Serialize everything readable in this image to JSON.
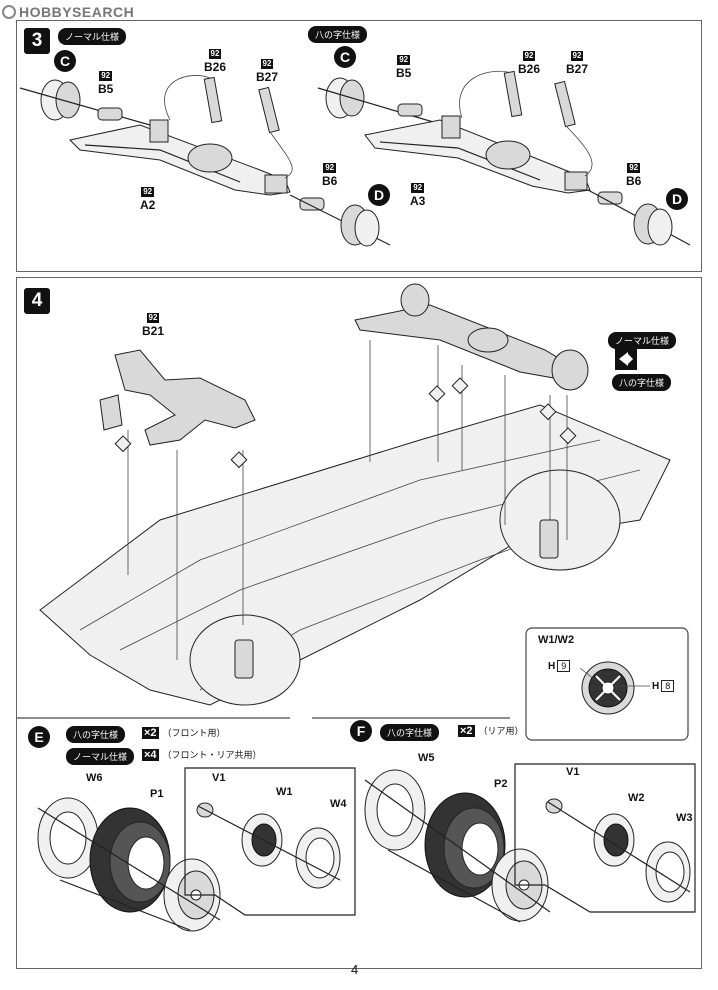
{
  "watermark": "HOBBYSEARCH",
  "page_number": "4",
  "step3": {
    "number": "3",
    "normal": {
      "label": "ノーマル仕様",
      "circle_c": "C",
      "circle_d": "D",
      "parts": [
        {
          "sprue": "92",
          "code": "B5"
        },
        {
          "sprue": "92",
          "code": "B26"
        },
        {
          "sprue": "92",
          "code": "B27"
        },
        {
          "sprue": "92",
          "code": "B6"
        },
        {
          "sprue": "92",
          "code": "A2"
        }
      ]
    },
    "hachi": {
      "label": "八の字仕様",
      "circle_c": "C",
      "circle_d": "D",
      "parts": [
        {
          "sprue": "92",
          "code": "B5"
        },
        {
          "sprue": "92",
          "code": "B26"
        },
        {
          "sprue": "92",
          "code": "B27"
        },
        {
          "sprue": "92",
          "code": "B6"
        },
        {
          "sprue": "92",
          "code": "A3"
        }
      ]
    }
  },
  "step4": {
    "number": "4",
    "part": {
      "sprue": "92",
      "code": "B21"
    },
    "option_normal": "ノーマル仕様",
    "option_hachi": "八の字仕様",
    "wheel_inset": {
      "title": "W1/W2",
      "h_left": {
        "letter": "H",
        "num": "9"
      },
      "h_right": {
        "letter": "H",
        "num": "8"
      }
    }
  },
  "stepE": {
    "letter": "E",
    "rows": [
      {
        "label": "八の字仕様",
        "qty": "×2",
        "note": "（フロント用）"
      },
      {
        "label": "ノーマル仕様",
        "qty": "×4",
        "note": "（フロント・リア共用）"
      }
    ],
    "parts": {
      "w6": "W6",
      "p1": "P1",
      "v1": "V1",
      "w1": "W1",
      "w4": "W4"
    }
  },
  "stepF": {
    "letter": "F",
    "rows": [
      {
        "label": "八の字仕様",
        "qty": "×2",
        "note": "（リア用）"
      }
    ],
    "parts": {
      "w5": "W5",
      "p2": "P2",
      "v1": "V1",
      "w2": "W2",
      "w3": "W3"
    }
  }
}
